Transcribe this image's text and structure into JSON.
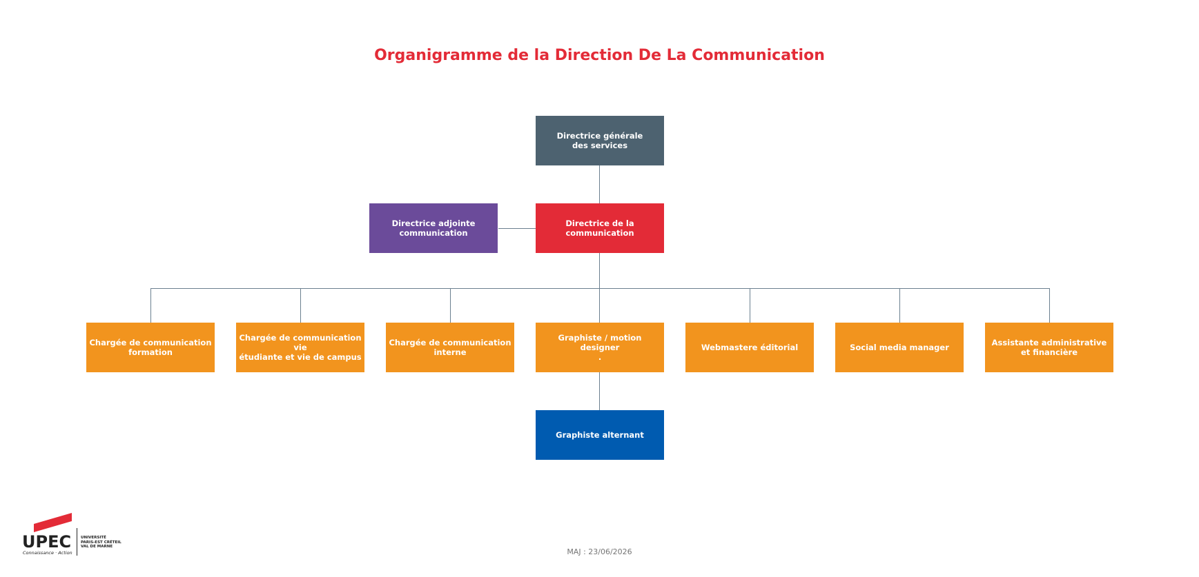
{
  "title": "Organigramme de la Direction De La Communication",
  "colors": {
    "title": "#e32b37",
    "dgs": "#4d6270",
    "directrice": "#e32b37",
    "adjointe": "#6b4b9a",
    "staff": "#f2941e",
    "alternant": "#005bb0",
    "connector": "#6a7f8f"
  },
  "nodes": {
    "dgs": "Directrice générale\ndes services",
    "directrice": "Directrice de la\ncommunication",
    "adjointe": "Directrice adjointe\ncommunication",
    "staff": [
      "Chargée de communication\nformation",
      "Chargée de communication vie\nétudiante et vie de campus",
      "Chargée de communication\ninterne",
      "Graphiste / motion designer\n.",
      "Webmastere éditorial",
      "Social media manager",
      "Assistante administrative\net financière"
    ],
    "alternant": "Graphiste alternant"
  },
  "footer": "MAJ : 23/06/2026",
  "logo": {
    "brand": "UPEC",
    "university": "UNIVERSITÉ\nPARIS-EST CRÉTEIL\nVAL DE MARNE",
    "tagline": "Connaissance · Action"
  }
}
